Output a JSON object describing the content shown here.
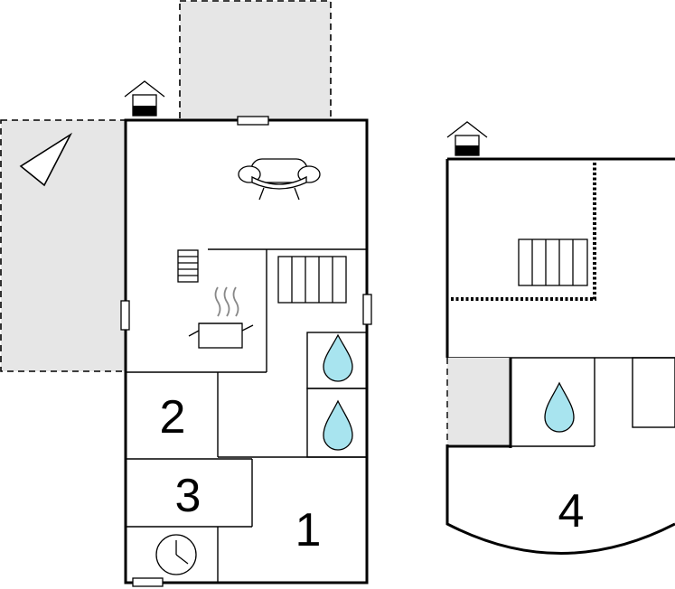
{
  "colors": {
    "wall": "#000000",
    "outdoor_area": "#e6e6e6",
    "water": "#a8e4ef",
    "background": "#ffffff"
  },
  "icons": [
    "entrance-icon",
    "sofa-icon",
    "stairs-icon",
    "kitchen-pot-icon",
    "water-drop-icon",
    "clock-icon",
    "compass-icon",
    "window-icon"
  ],
  "rooms": {
    "room_1": "1",
    "room_2": "2",
    "room_3": "3",
    "room_4": "4"
  }
}
